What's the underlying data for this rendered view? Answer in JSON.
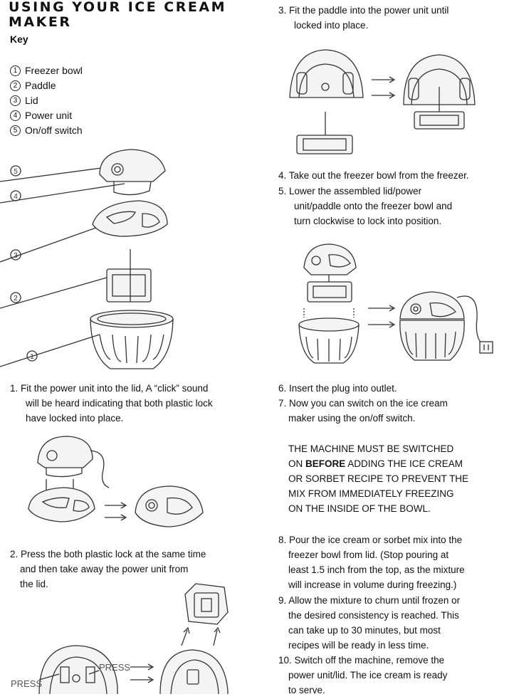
{
  "title": "USING YOUR ICE CREAM MAKER",
  "key": {
    "heading": "Key",
    "items": [
      {
        "num": "1",
        "label": "Freezer bowl"
      },
      {
        "num": "2",
        "label": "Paddle"
      },
      {
        "num": "3",
        "label": "Lid"
      },
      {
        "num": "4",
        "label": "Power unit"
      },
      {
        "num": "5",
        "label": "On/off switch"
      }
    ]
  },
  "diagram_callouts": [
    "5",
    "4",
    "3",
    "2",
    "1"
  ],
  "press_label": "PRESS",
  "steps": {
    "s1": [
      "1. Fit the power unit into the lid, A “click” sound",
      "will be heard indicating that both plastic lock",
      "have locked into place."
    ],
    "s2": [
      "2. Press the both plastic lock at the same time",
      "and then take away the power unit from",
      "the lid."
    ],
    "s3": [
      "3. Fit the paddle into the power unit until",
      "locked into place."
    ],
    "s4": [
      "4. Take out the freezer bowl from the freezer."
    ],
    "s5": [
      "5. Lower the assembled lid/power",
      "unit/paddle onto the freezer bowl and",
      "turn clockwise to lock into position."
    ],
    "s6": [
      "6. Insert the plug into outlet."
    ],
    "s7": [
      "7. Now you can switch on the ice cream",
      "maker using the on/off switch."
    ],
    "warning": {
      "line1": "THE MACHINE MUST BE SWITCHED",
      "line2_pre": "ON ",
      "line2_bold": "BEFORE",
      "line2_post": " ADDING THE ICE CREAM",
      "line3": "OR SORBET RECIPE TO PREVENT THE",
      "line4": "MIX FROM IMMEDIATELY FREEZING",
      "line5": "ON THE INSIDE OF THE BOWL."
    },
    "s8": [
      "8. Pour the ice cream or sorbet mix into the",
      "freezer bowl from lid. (Stop pouring at",
      "least 1.5 inch from the top, as the mixture",
      "will increase in volume during freezing.)"
    ],
    "s9": [
      "9. Allow the mixture to churn until frozen or",
      "the desired consistency is reached. This",
      "can take up to 30 minutes, but most",
      "recipes will be ready in less time."
    ],
    "s10": [
      "10. Switch off the machine, remove the",
      "power unit/lid. The ice cream is ready",
      "to serve."
    ]
  }
}
